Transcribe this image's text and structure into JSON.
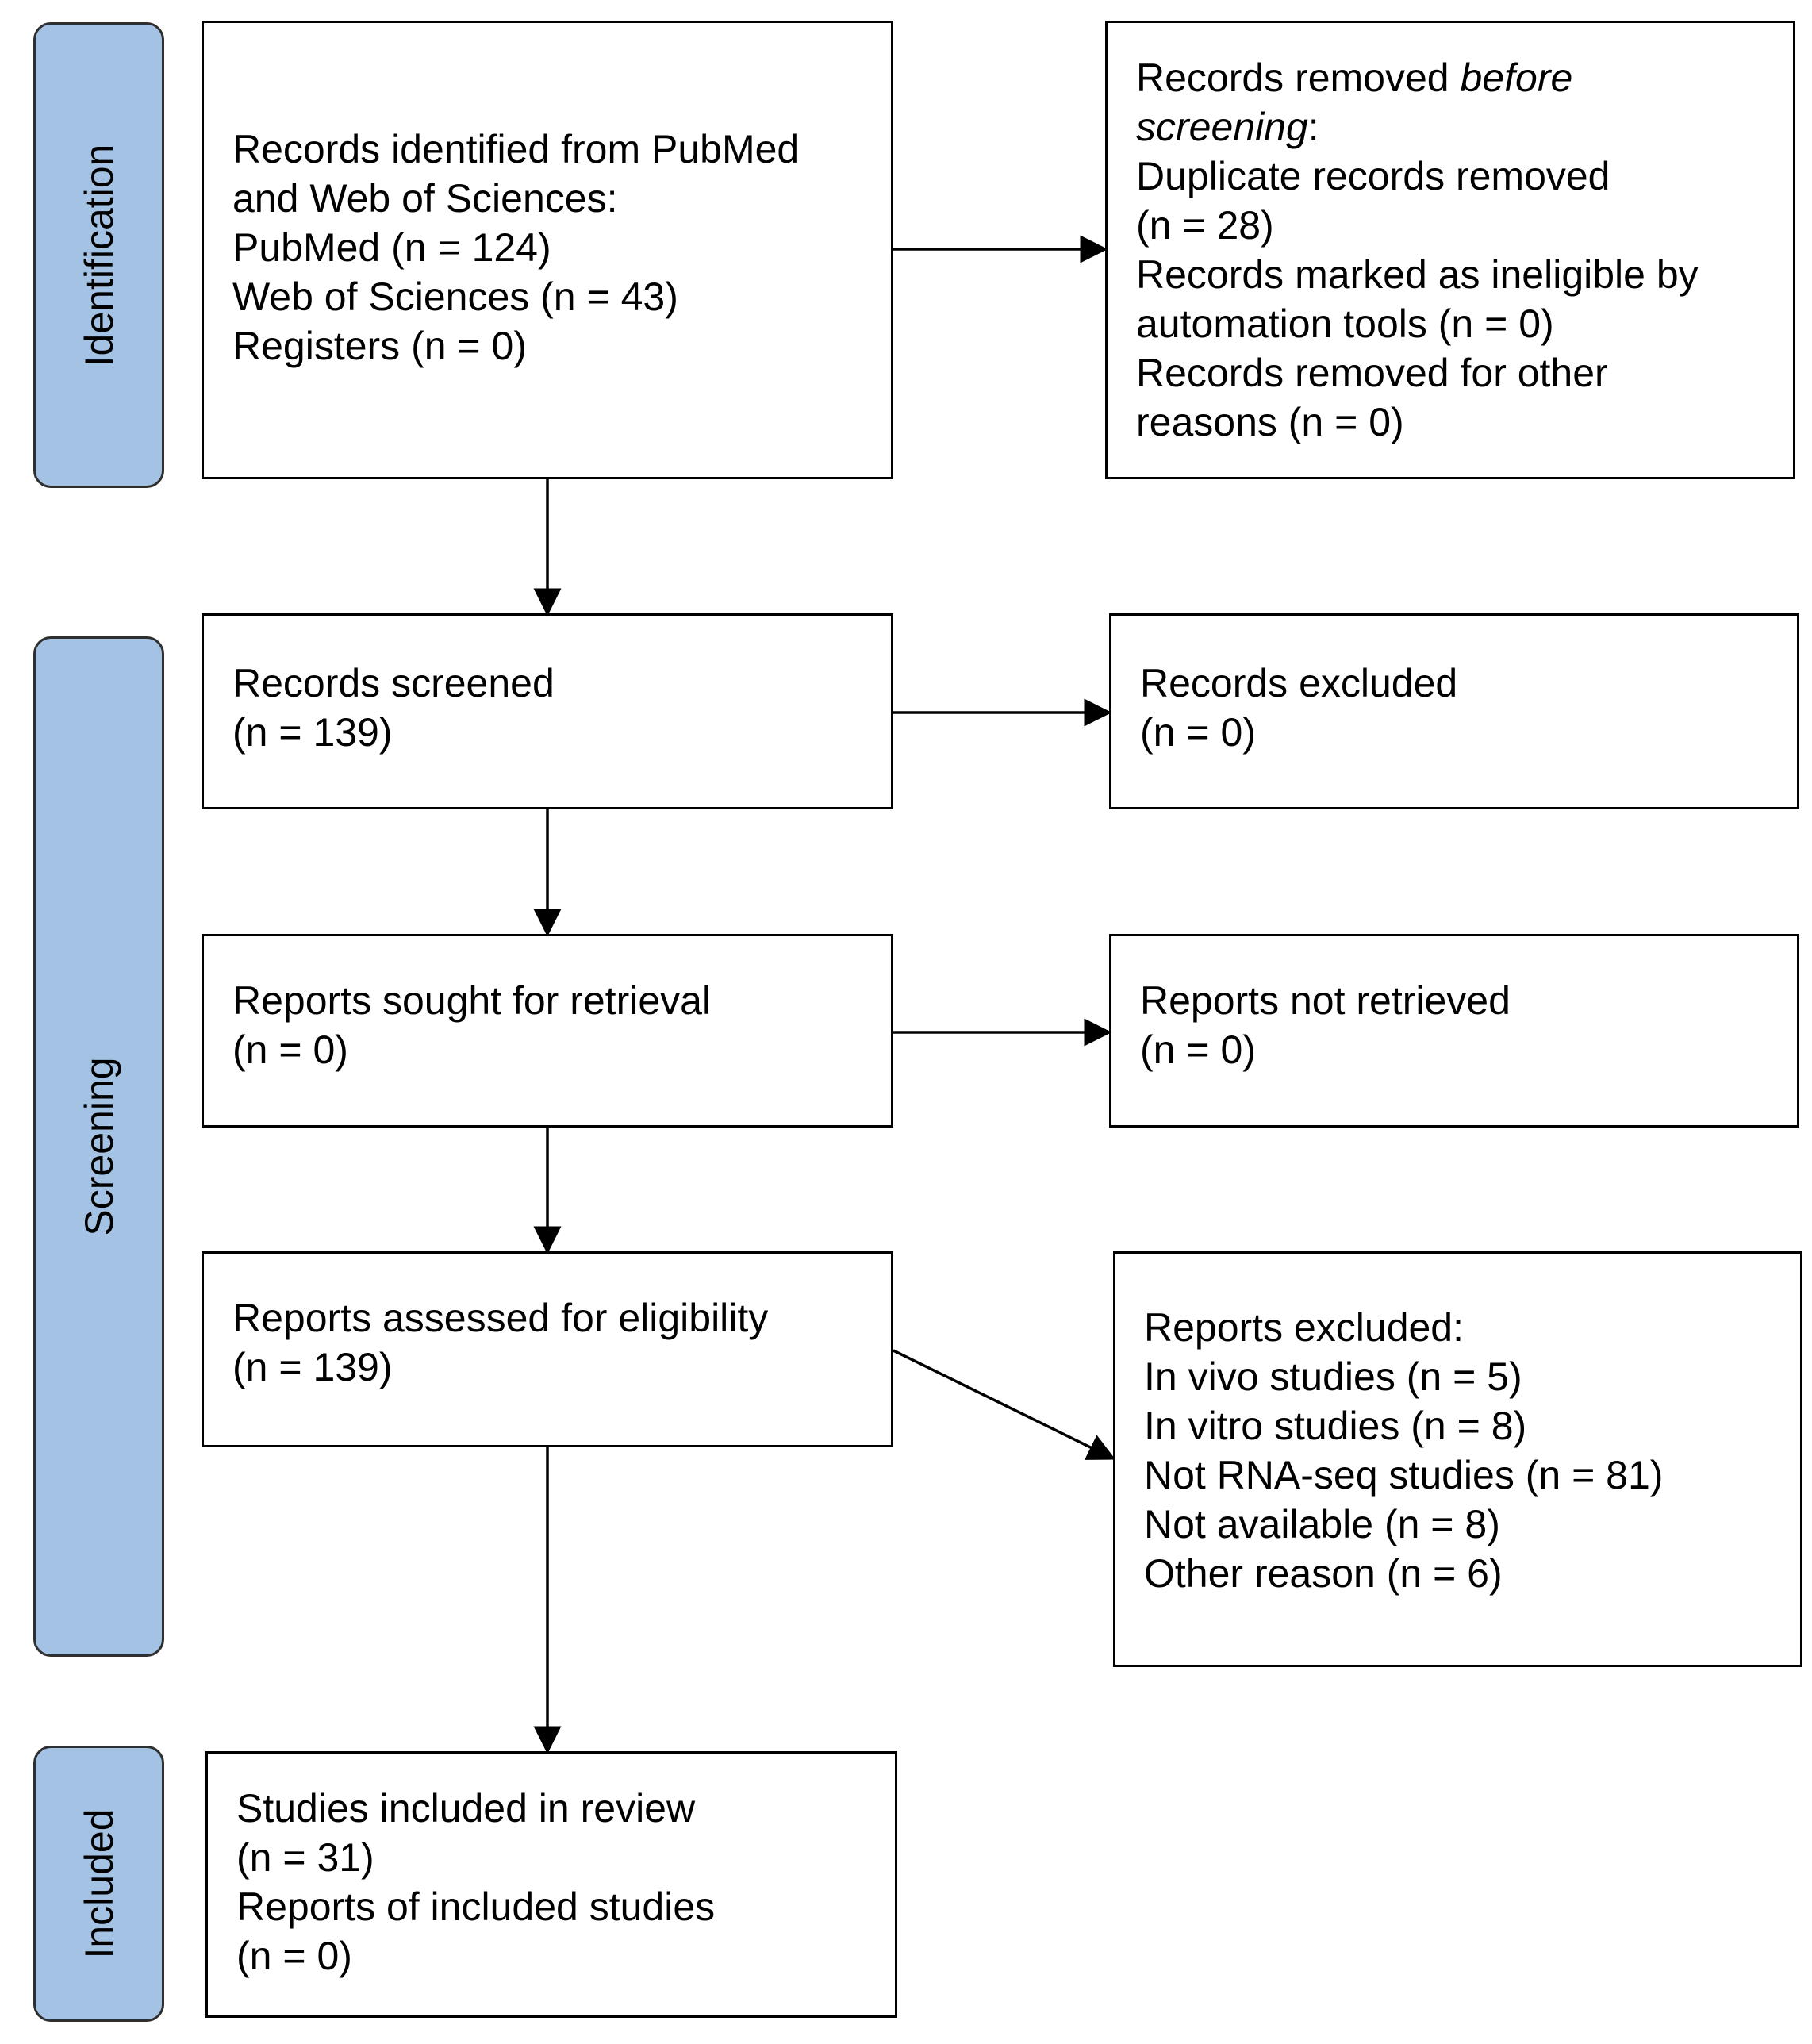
{
  "stages": {
    "identification": "Identification",
    "screening": "Screening",
    "included": "Included"
  },
  "stage_color": "#a4c2e3",
  "boxes": {
    "identified": {
      "lines": [
        "Records identified from PubMed",
        "and Web of Sciences:",
        "PubMed (n = 124)",
        "Web of Sciences (n = 43)",
        "Registers (n = 0)"
      ]
    },
    "removed": {
      "line1": "Records removed ",
      "line1_italic": "before",
      "line2_italic": "screening",
      "line2_rest": ":",
      "lines": [
        "Duplicate records removed",
        "(n = 28)",
        "Records marked as ineligible by",
        "automation tools (n = 0)",
        "Records removed for other",
        "reasons (n = 0)"
      ]
    },
    "screened": {
      "lines": [
        "Records screened",
        "(n = 139)"
      ]
    },
    "excluded": {
      "lines": [
        "Records excluded",
        "(n = 0)"
      ]
    },
    "sought": {
      "lines": [
        "Reports sought for retrieval",
        "(n = 0)"
      ]
    },
    "not_retrieved": {
      "lines": [
        "Reports not retrieved",
        "(n = 0)"
      ]
    },
    "assessed": {
      "lines": [
        "Reports assessed for eligibility",
        "(n = 139)"
      ]
    },
    "reports_excluded": {
      "lines": [
        "Reports excluded:",
        "In vivo  studies (n = 5)",
        "In vitro  studies (n = 8)",
        "Not RNA-seq studies (n = 81)",
        "Not available (n = 8)",
        "Other reason (n = 6)"
      ]
    },
    "included": {
      "lines": [
        "Studies included in review",
        "(n = 31)",
        "Reports of included studies",
        "(n = 0)"
      ]
    }
  }
}
